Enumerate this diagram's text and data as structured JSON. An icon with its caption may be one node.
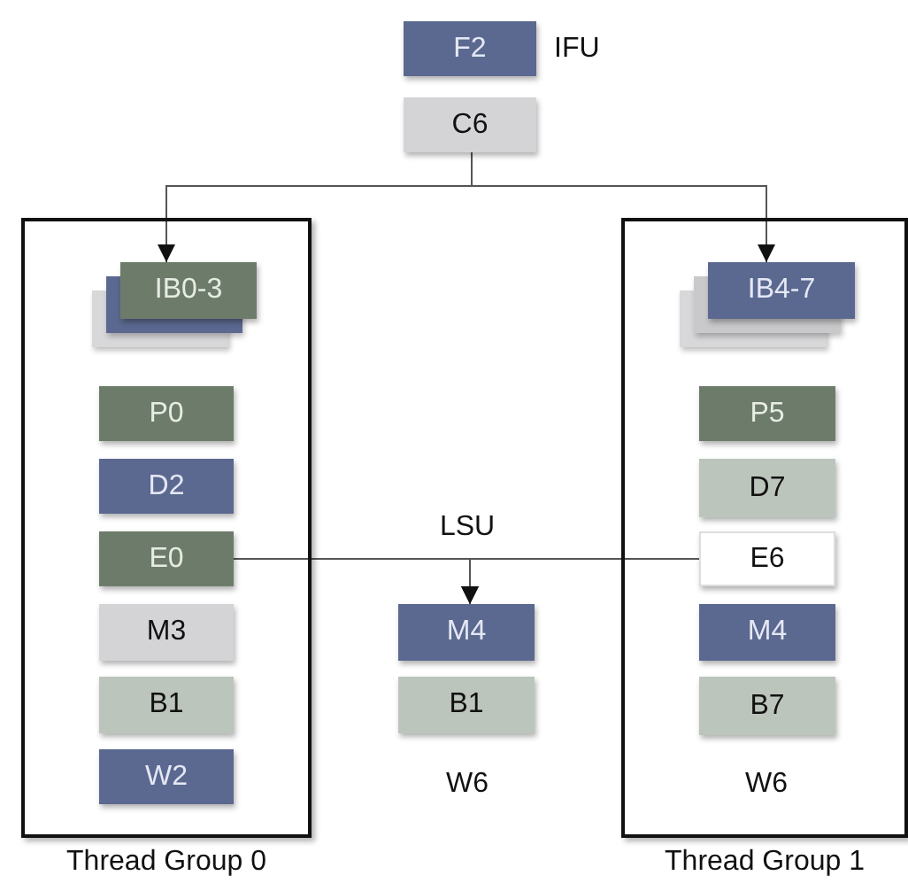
{
  "diagram": {
    "nodes": [
      {
        "text": [
          "F2"
        ],
        "beside": [
          "IFU"
        ]
      },
      {
        "text": [
          "C6"
        ]
      },
      {
        "text": [
          "Thread Group 0"
        ]
      },
      {
        "text": [
          "IB0-3"
        ],
        "in": 2
      },
      {
        "text": [
          "P0"
        ],
        "in": 2
      },
      {
        "text": [
          "D2"
        ],
        "in": 2
      },
      {
        "text": [
          "E0"
        ],
        "in": 2
      },
      {
        "text": [
          "M3"
        ],
        "in": 2
      },
      {
        "text": [
          "B1"
        ],
        "in": 2
      },
      {
        "text": [
          "W2"
        ],
        "in": 2
      },
      {
        "text": [
          "Thread Group 1"
        ]
      },
      {
        "text": [
          "IB4-7"
        ],
        "in": 10
      },
      {
        "text": [
          "P5"
        ],
        "in": 10
      },
      {
        "text": [
          "D7"
        ],
        "in": 10
      },
      {
        "text": [
          "E6"
        ],
        "in": 10
      },
      {
        "text": [
          "M4"
        ],
        "in": 10
      },
      {
        "text": [
          "B7"
        ],
        "in": 10
      },
      {
        "text": [
          "M4"
        ]
      },
      {
        "text": [
          "B1"
        ]
      }
    ],
    "edges": [
      {
        "from": 1,
        "to": 3,
        "arrow": "to"
      },
      {
        "from": 1,
        "to": 11,
        "arrow": "to"
      },
      {
        "from": 6,
        "to": 17,
        "arrow": "to"
      },
      {
        "from": 14,
        "to": 17,
        "arrow": "to"
      }
    ],
    "labels": [
      "LSU",
      "W6",
      "W6"
    ]
  }
}
